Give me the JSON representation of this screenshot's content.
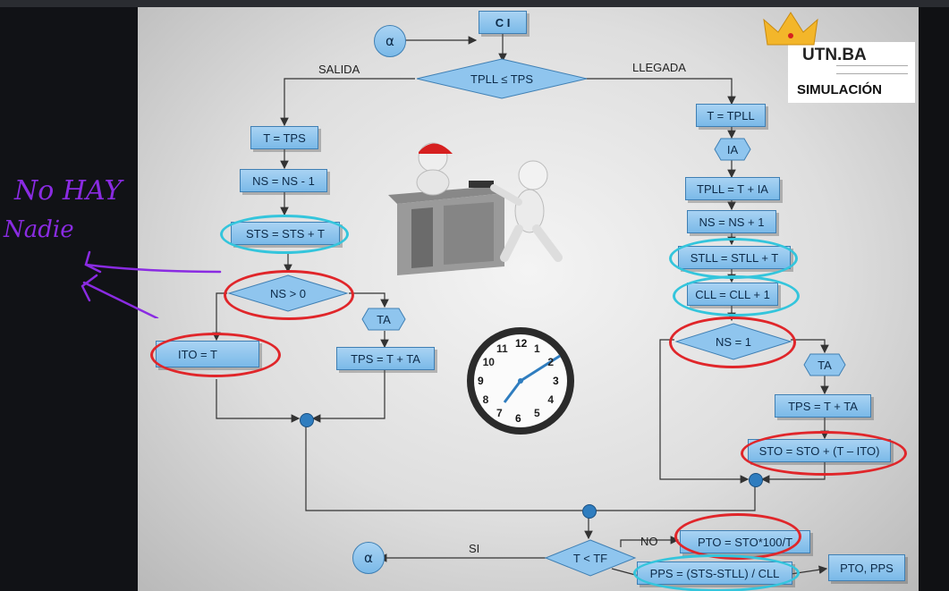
{
  "flowchart": {
    "ci": "C I",
    "alpha": "α",
    "decision_main": "TPLL ≤ TPS",
    "salida_label": "SALIDA",
    "llegada_label": "LLEGADA",
    "left": {
      "t_tps": "T = TPS",
      "ns_minus": "NS = NS - 1",
      "sts": "STS = STS + T",
      "ns_gt0": "NS > 0",
      "ta": "TA",
      "ito": "ITO = T",
      "tps_calc": "TPS = T + TA"
    },
    "right": {
      "t_tpll": "T = TPLL",
      "ia": "IA",
      "tpll_calc": "TPLL = T + IA",
      "ns_plus": "NS = NS + 1",
      "stll": "STLL = STLL + T",
      "cll": "CLL = CLL + 1",
      "ns_eq1": "NS = 1",
      "ta": "TA",
      "tps_calc": "TPS = T + TA",
      "sto": "STO = STO + (T – ITO)"
    },
    "bottom": {
      "t_lt_tf": "T < TF",
      "si": "SI",
      "no": "NO",
      "alpha": "α",
      "pto": "PTO = STO*100/T",
      "pps": "PPS = (STS-STLL) / CLL",
      "output": "PTO, PPS"
    }
  },
  "logo": {
    "brand": "UTN.BA",
    "course": "SIMULACIÓN"
  },
  "annotation": {
    "line1": "No HAY",
    "line2": "Nadie"
  },
  "clock": {
    "numbers": [
      "12",
      "1",
      "2",
      "3",
      "4",
      "5",
      "6",
      "7",
      "8",
      "9",
      "10",
      "11"
    ]
  },
  "colors": {
    "box_fill": "#8fc5ee",
    "ring_red": "#e0262a",
    "ring_cyan": "#34c5dc",
    "ink": "#8a2be2"
  }
}
